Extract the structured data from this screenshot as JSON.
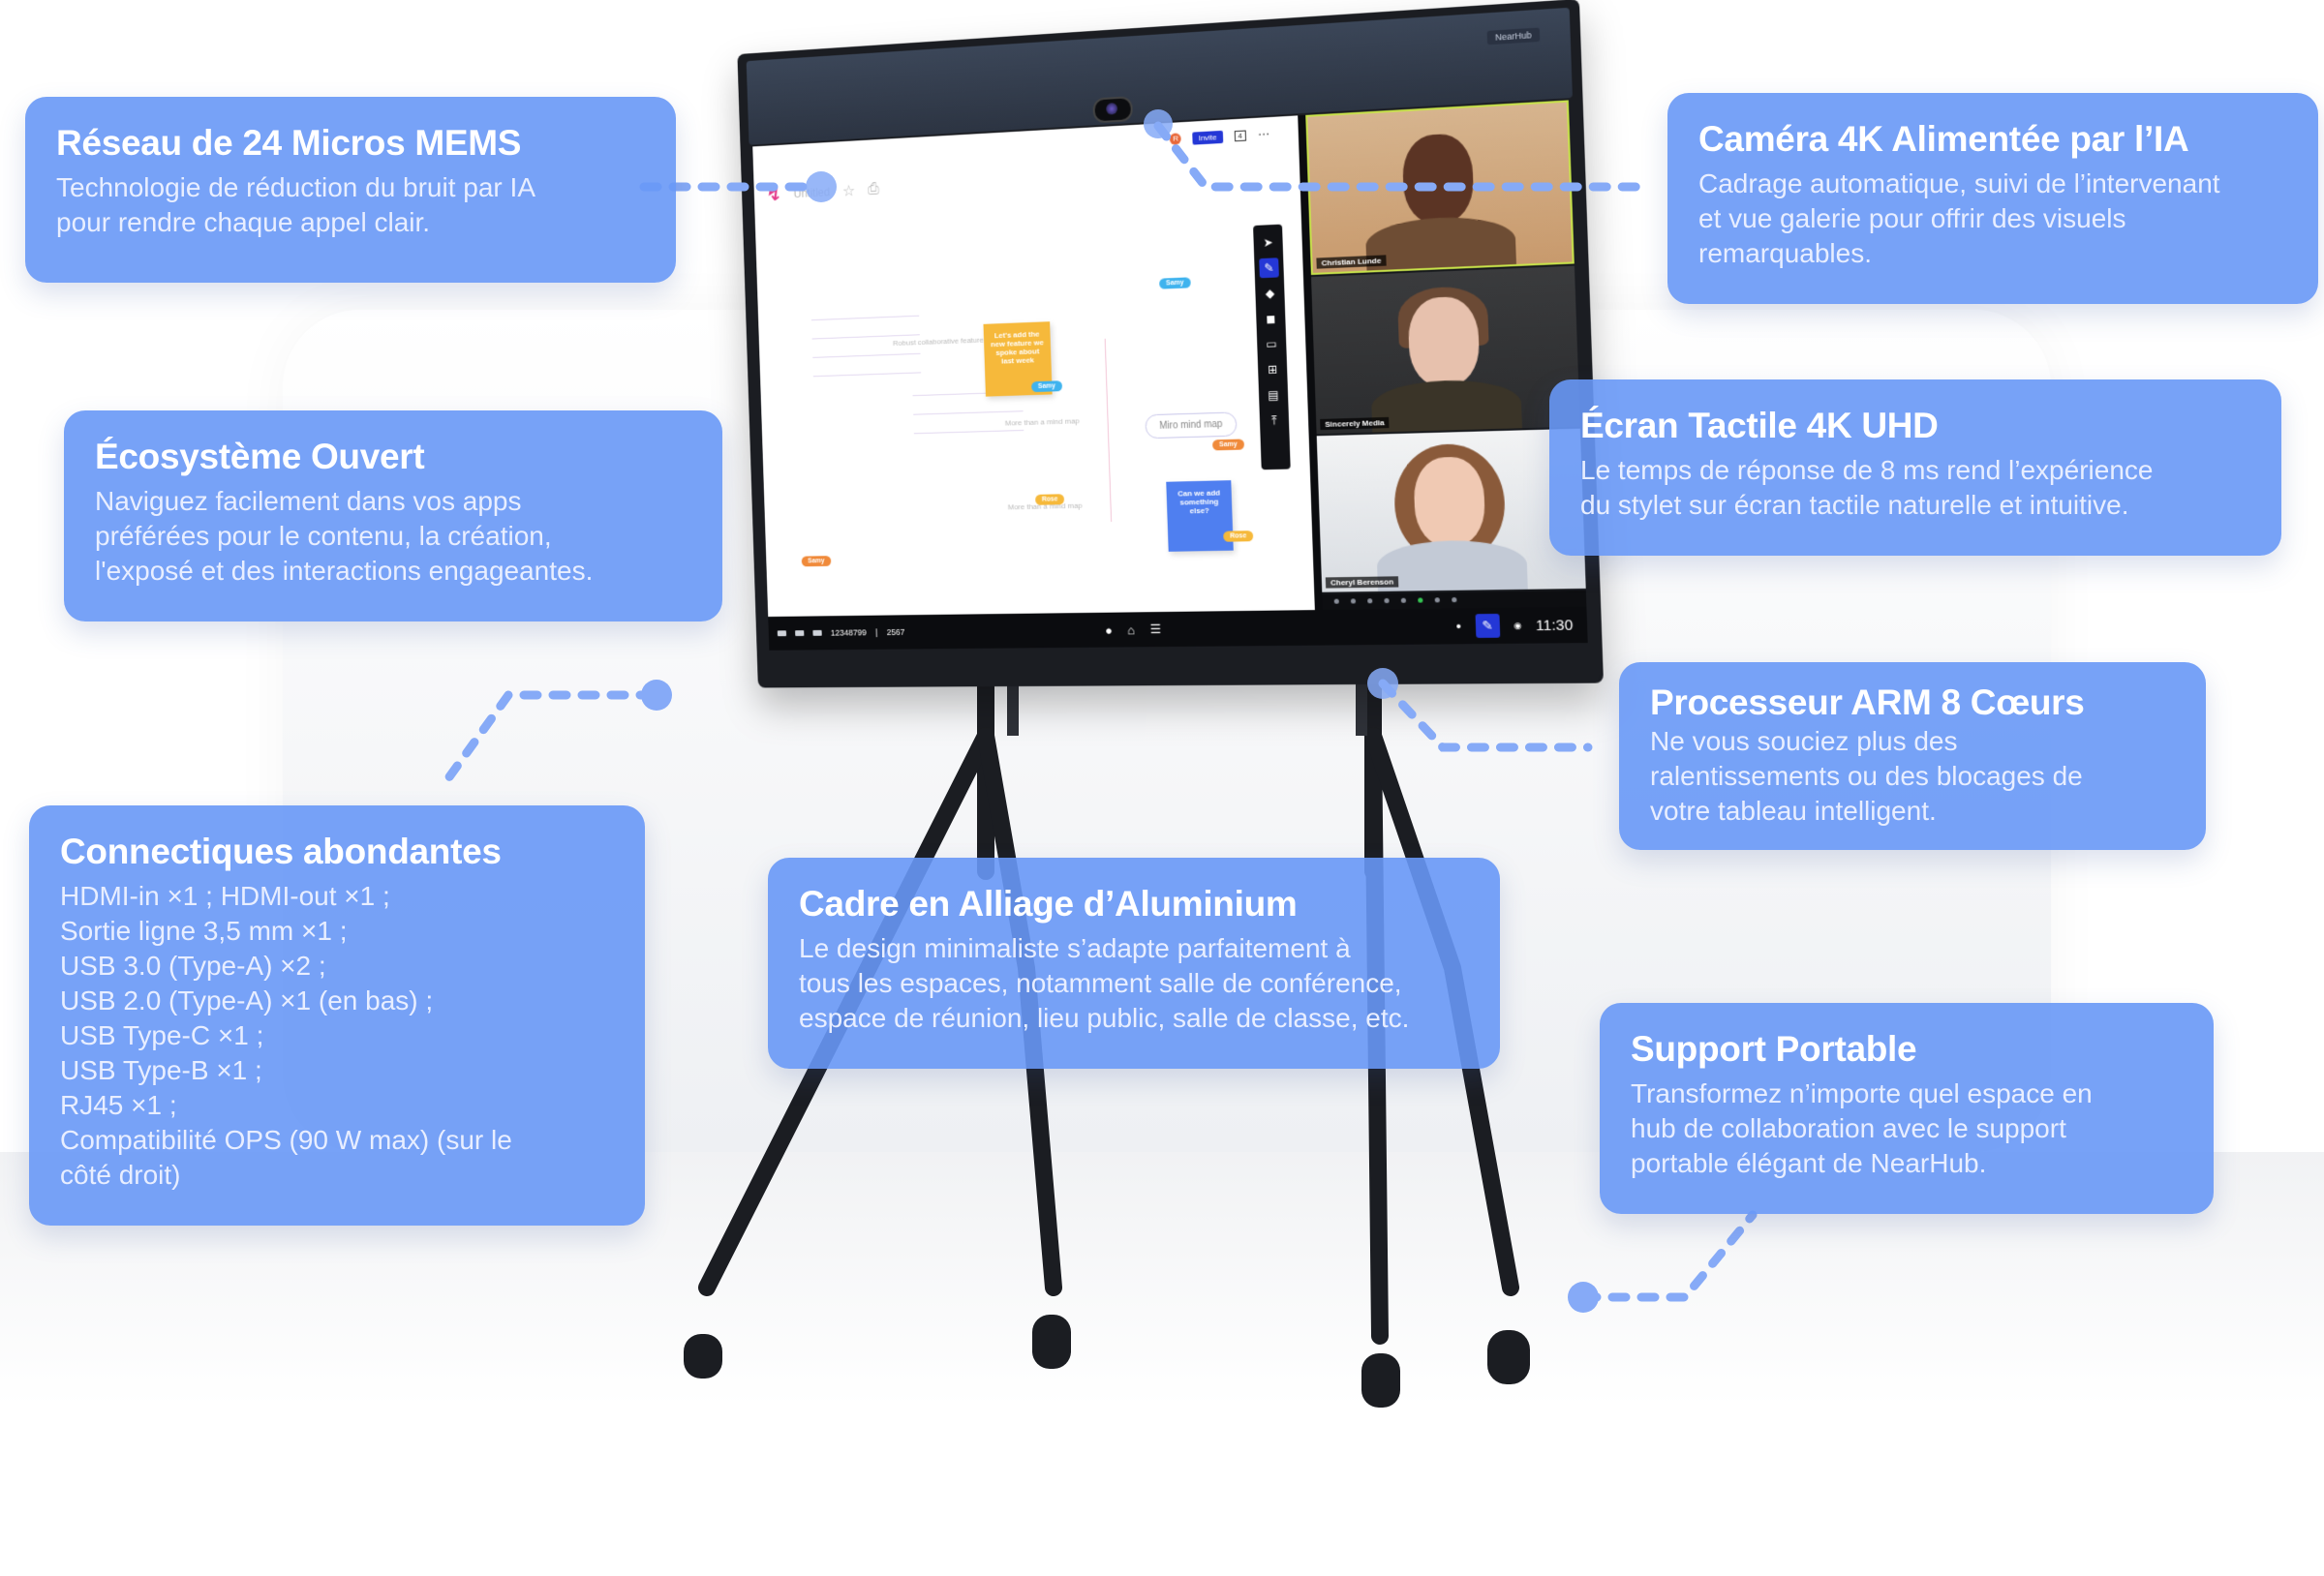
{
  "callouts": [
    {
      "id": "mems",
      "title": "Réseau de 24 Micros MEMS",
      "body": "Technologie de réduction du bruit par IA\npour rendre chaque appel clair."
    },
    {
      "id": "camera",
      "title": "Caméra 4K Alimentée par l’IA",
      "body": "Cadrage automatique, suivi de l’intervenant\net vue galerie pour offrir des visuels\nremarquables."
    },
    {
      "id": "ecosystem",
      "title": "Écosystème Ouvert",
      "body": "Naviguez facilement dans vos apps\npréférées pour le contenu, la création,\nl'exposé et des interactions engageantes."
    },
    {
      "id": "touchscreen",
      "title": "Écran Tactile 4K UHD",
      "body": "Le temps de réponse de 8 ms rend l’expérience\ndu stylet sur écran tactile naturelle et intuitive."
    },
    {
      "id": "processor",
      "title": "Processeur ARM 8 Cœurs",
      "body": "Ne vous souciez plus des\nralentissements ou des blocages de\nvotre tableau intelligent."
    },
    {
      "id": "connectivity",
      "title": "Connectiques abondantes",
      "body": "HDMI-in ×1 ; HDMI-out ×1 ;\n Sortie ligne 3,5 mm ×1 ;\n USB 3.0 (Type-A) ×2 ;\n USB 2.0 (Type-A) ×1 (en bas) ;\n USB Type-C ×1 ;\n USB Type-B ×1 ;\n RJ45 ×1 ;\n Compatibilité OPS (90 W max) (sur le\ncôté droit)"
    },
    {
      "id": "frame",
      "title": "Cadre en Alliage d’Aluminium",
      "body": "Le design minimaliste s’adapte parfaitement à\ntous les espaces, notamment salle de conférence,\nespace de réunion, lieu public, salle de classe, etc."
    },
    {
      "id": "stand",
      "title": "Support Portable",
      "body": "Transformez n’importe quel espace en\nhub de collaboration avec le support\nportable élégant de NearHub."
    }
  ],
  "device": {
    "brand_tag": "NearHub",
    "whiteboard": {
      "title": "Untitled",
      "invite_label": "Invite",
      "user_count": "4",
      "avatar_initial": "R",
      "mind_map_center": "Miro mind map",
      "branches": [
        "Robust collaborative features",
        "More than a mind map",
        "More than a mind map"
      ],
      "sticky_yellow": "Let's add the new feature we spoke about last week",
      "sticky_blue": "Can we add something else?",
      "cursors": [
        "Samy",
        "Samy",
        "Samy",
        "Samy",
        "Rose",
        "Rose"
      ]
    },
    "toolbar_tools": [
      "select",
      "pen",
      "eraser",
      "shapes",
      "sticky-note",
      "table",
      "template",
      "upload"
    ],
    "video_participants": [
      "Christian Lunde",
      "Sincerely Media",
      "Cheryl Berenson"
    ],
    "taskbar": {
      "meeting_id": "12348799",
      "meeting_code": "2567",
      "time": "11:30"
    }
  },
  "colors": {
    "callout_bg": "#6898f6",
    "connector": "#86aaf7",
    "accent_blue": "#2437d6"
  }
}
